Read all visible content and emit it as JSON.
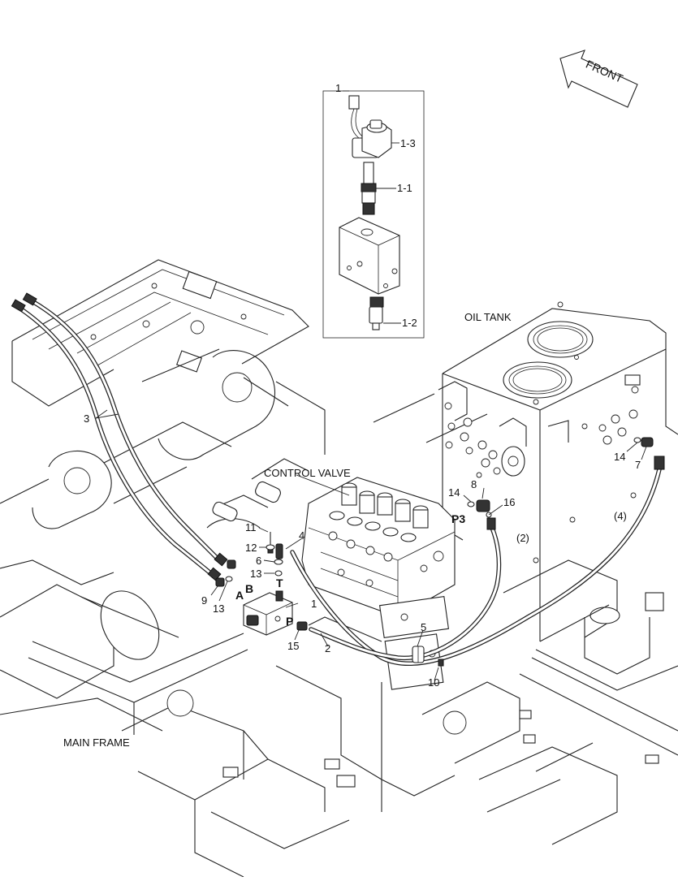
{
  "direction": {
    "label": "FRONT"
  },
  "inset": {
    "title": "1",
    "parts": [
      "1-3",
      "1-1",
      "1-2"
    ]
  },
  "areas": {
    "oil_tank": "OIL TANK",
    "control_valve": "CONTROL VALVE",
    "main_frame": "MAIN FRAME"
  },
  "ports": {
    "B": "B",
    "A": "A",
    "T": "T",
    "P": "P",
    "P3": "P3"
  },
  "callouts": {
    "c3": "3",
    "c11": "11",
    "c12": "12",
    "c6": "6",
    "c13a": "13",
    "c13b": "13",
    "c9": "9",
    "c1": "1",
    "c15": "15",
    "c2": "2",
    "c4": "4",
    "c5": "5",
    "c10": "10",
    "c14a": "14",
    "c8": "8",
    "c16": "16",
    "c2p": "(2)",
    "c4p": "(4)",
    "c14b": "14",
    "c7": "7"
  }
}
